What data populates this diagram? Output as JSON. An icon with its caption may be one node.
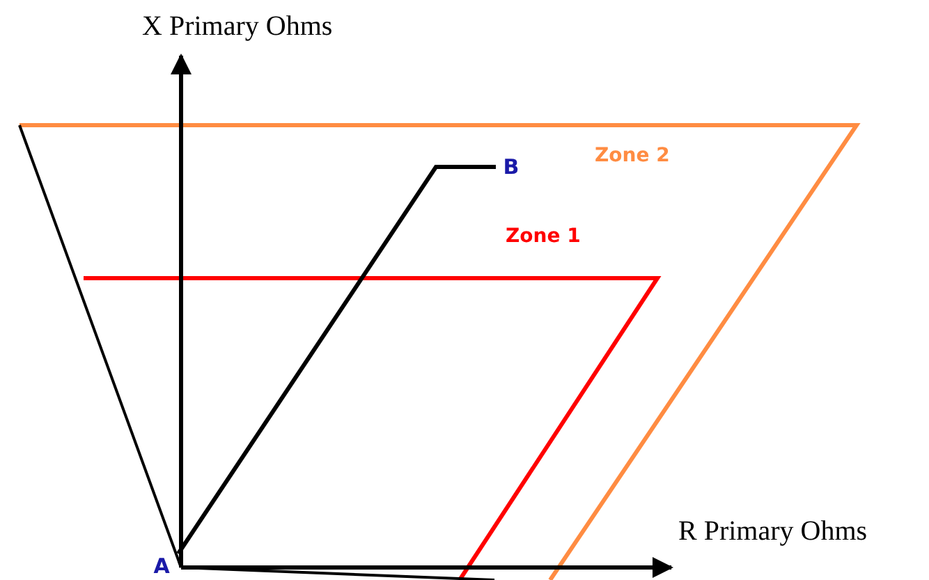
{
  "diagram": {
    "nodes": [
      {
        "text": [
          "A"
        ]
      },
      {
        "text": [
          "B"
        ]
      }
    ],
    "edges": [
      {
        "from": 0,
        "to": 1,
        "arrow": "none"
      }
    ],
    "labels": [
      "X Primary Ohms",
      "Zone 2",
      "Zone 1",
      "R Primary Ohms"
    ]
  }
}
